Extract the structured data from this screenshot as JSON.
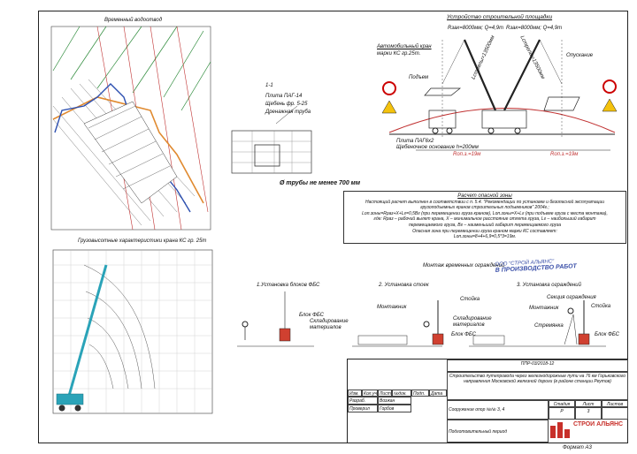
{
  "plan": {
    "title": "Временный водоотвод"
  },
  "section": {
    "label": "1-1",
    "layers": [
      "Плита ПАГ-14",
      "Щебень фр. 5-25",
      "Дренажная труба"
    ],
    "pipe_note": "Ø трубы не менее 700 мм"
  },
  "site": {
    "title": "Устройство строительной площадки",
    "crane_label_1": "Автомобильный кран",
    "crane_label_2": "марки КС гр.25т.",
    "reach_1": "Rзак=8000мм; Q=4,9т",
    "reach_2": "Rзак=8000мм; Q=4,9т",
    "boom_1": "Lстрелы=13500мм",
    "boom_2": "Lстрелы=13500мм",
    "lift": "Подъем",
    "lower": "Опускание",
    "slab": "Плита ПАГ6х2",
    "base": "Щебеночное основание h=200мм",
    "zone_1": "Rоп.з.=19м",
    "zone_2": "Rоп.з.=19м"
  },
  "calc": {
    "title": "Расчет опасной зоны",
    "lines": [
      "Настоящий расчет выполнен в соответствии с п. 5.4. \"Рекомендации по установке и безопасной эксплуатации",
      "грузоподъемных кранов строительных подъемников\" 2004г.;",
      "Lоп.зоны=Rраз+Х+Lг=0,5Вг (при перемещении груза краном), Lоп.зоны=Х+Lг (при подъеме груза с места монтажа),",
      "где: Rраз – рабочий вылет крана, X – минимальное расстояние отлета груза, Lг – наибольший габарит",
      "перемещаемого груза, Вг – наименьший габарит перемещаемого груза",
      "Опасная зона при перемещении груза краном марки КС составляет:",
      "Lоп.зоны=8+4+6,9=0,5*3=19м."
    ]
  },
  "chart": {
    "title": "Грузовысотные характеристики крана КС гр. 25т"
  },
  "barriers": {
    "title": "Монтаж временных ограждений",
    "step_1": "1.Установка блоков ФБС",
    "step_2": "2. Установка стоек",
    "step_3": "3. Установка ограждений",
    "block": "Блок ФБС",
    "storage": "Складирование",
    "storage_2": "материалов",
    "installer": "Монтажник",
    "post": "Стойка",
    "fence": "Секция ограждения",
    "ladder": "Стремянка"
  },
  "stamp": {
    "line_1": "ООО \"СТРОЙ АЛЬЯНС\"",
    "line_2": "В ПРОИЗВОДСТВО РАБОТ"
  },
  "title_block": {
    "code": "ППР-03/2018-12",
    "project": "Строительство путепровода через железнодорожные пути на 76 км Горьковского направления Московской железной дороги (в районе станции Реутов)",
    "headers": [
      "Изм.",
      "Кол.уч",
      "Лист",
      "№док.",
      "Подп.",
      "Дата"
    ],
    "rows": [
      [
        "Разраб.",
        "Возжан"
      ],
      [
        "Проверил",
        "Горбов"
      ]
    ],
    "structure": "Сооружение опор №№ 3, 4",
    "stage_h": "Стадия",
    "sheet_h": "Лист",
    "sheets_h": "Листов",
    "stage": "Р",
    "sheet": "3",
    "sheets": "",
    "period": "Подготовительный период",
    "company": "СТРОЙ АЛЬЯНС",
    "format": "Формат А3"
  }
}
